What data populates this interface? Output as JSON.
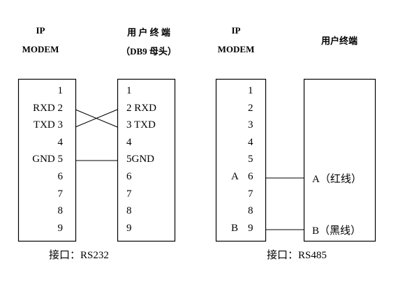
{
  "rs232": {
    "left_header": [
      "IP",
      "MODEM"
    ],
    "right_header": [
      "用 户 终 端",
      "（DB9 母头）"
    ],
    "left_pins": [
      "1",
      "RXD 2",
      "TXD 3",
      "4",
      "GND 5",
      "6",
      "7",
      "8",
      "9"
    ],
    "right_pins": [
      "1",
      "2 RXD",
      "3 TXD",
      "4",
      "5GND",
      "6",
      "7",
      "8",
      "9"
    ],
    "caption": "接口：RS232"
  },
  "rs485": {
    "left_header": [
      "IP",
      "MODEM"
    ],
    "right_header": "用户终端",
    "left_labels": [
      "",
      "",
      "",
      "",
      "",
      "A",
      "",
      "",
      "B"
    ],
    "left_pins": [
      "1",
      "2",
      "3",
      "4",
      "5",
      "6",
      "7",
      "8",
      "9"
    ],
    "right_labels": [
      "A（红线）",
      "B（黑线）"
    ],
    "caption": "接口：RS485"
  }
}
